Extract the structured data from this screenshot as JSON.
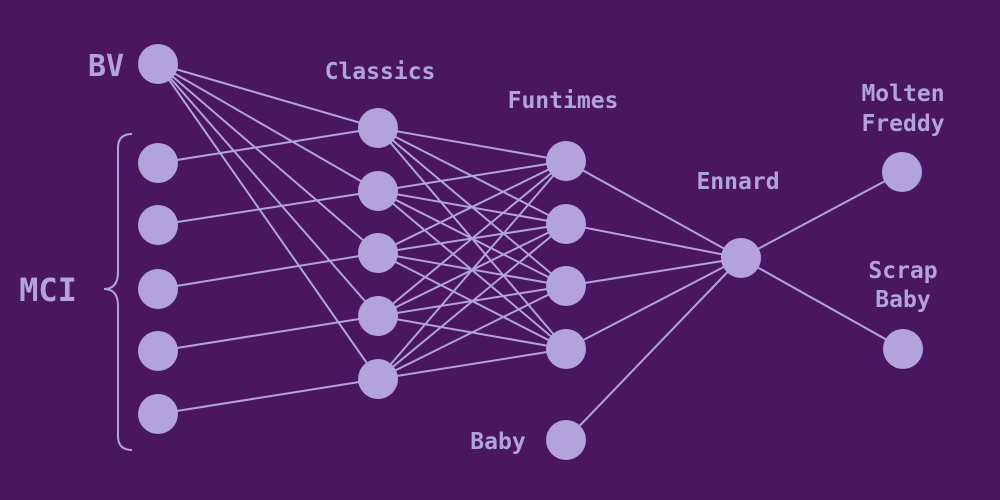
{
  "colors": {
    "background": "#4a1561",
    "node": "#b3a3dd",
    "edge": "#b3a3dd"
  },
  "labels": {
    "bv": "BV",
    "mci": "MCI",
    "classics": "Classics",
    "funtimes": "Funtimes",
    "baby": "Baby",
    "ennard": "Ennard",
    "molten_freddy": [
      "Molten",
      "Freddy"
    ],
    "scrap_baby": [
      "Scrap",
      "Baby"
    ]
  },
  "layers": {
    "bv": 1,
    "mci": 5,
    "classics": 5,
    "funtimes": 4,
    "baby": 1,
    "ennard": 1,
    "outputs": 2
  }
}
